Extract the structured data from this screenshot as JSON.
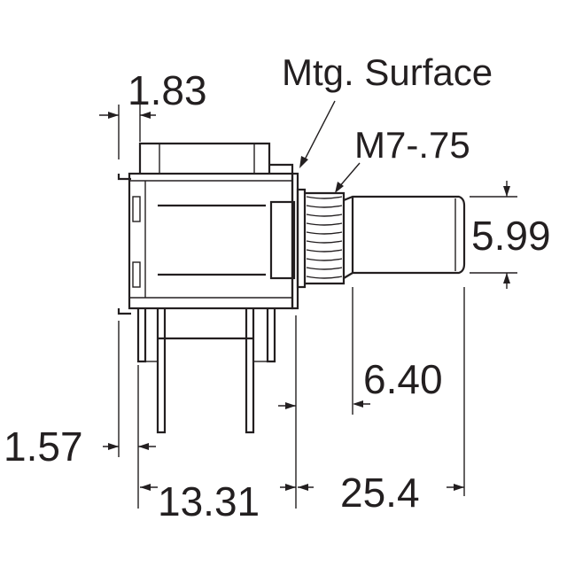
{
  "labels": {
    "mtg_surface": "Mtg. Surface",
    "thread": "M7-.75"
  },
  "dimensions": {
    "d_1_83": "1.83",
    "d_5_99": "5.99",
    "d_6_40": "6.40",
    "d_1_57": "1.57",
    "d_13_31": "13.31",
    "d_25_4": "25.4"
  },
  "colors": {
    "line": "#231f20",
    "background": "#ffffff"
  }
}
